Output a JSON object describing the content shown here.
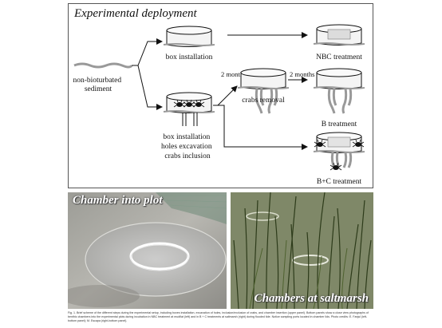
{
  "diagram": {
    "title": "Experimental deployment",
    "labels": {
      "sediment": [
        "non-bioturbated",
        "sediment"
      ],
      "box_installation": "box installation",
      "nbc_treatment": "NBC treatment",
      "two_months_1": "2 months",
      "two_months_2": "2 months",
      "crabs_removal": "crabs removal",
      "b_treatment": "B treatment",
      "bc_treatment": "B+C treatment",
      "box_holes_crabs": [
        "box installation",
        "holes excavation",
        "crabs inclusion"
      ]
    },
    "colors": {
      "line": "#111111",
      "chamber_fill": "#f4f4f4",
      "sediment": "#9a9a9a",
      "crab": "#111111"
    }
  },
  "photos": {
    "left_caption": "Chamber into plot",
    "right_caption": "Chambers at saltmarsh"
  },
  "figure_caption": "Fig. 1. Brief scheme of the different steps during the experimental setup, including boxes installation, excavation of holes, inclusion/exclusion of crabs, and chamber insertion (upper panel). Bottom panels show a close view photographs of benthic chambers into the experimental plots during incubation in NBC treatment at mudflat (left) and in B + C treatments at saltmarsh (right) during flooded tide. Notice sampling ports located in chamber lids. Photo credits: E. Fanjul (left-bottom panel); M. Escapa (right-bottom panel)."
}
